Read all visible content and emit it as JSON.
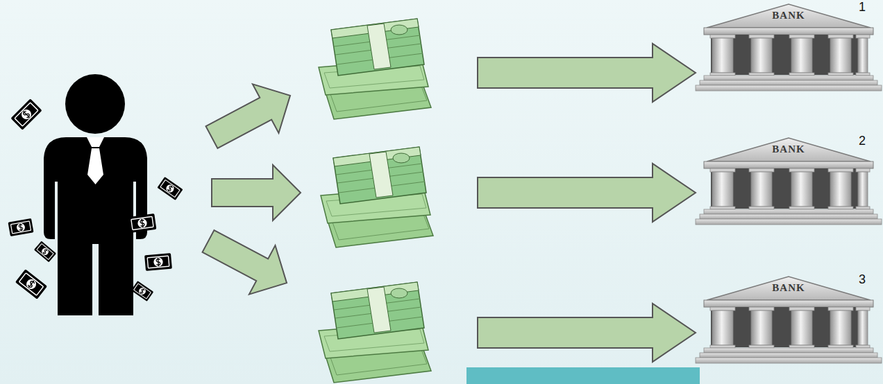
{
  "diagram": {
    "nodes": [
      {
        "text": [
          "BANK",
          "1"
        ]
      },
      {
        "text": [
          "BANK",
          "2"
        ]
      },
      {
        "text": [
          "BANK",
          "3"
        ]
      }
    ]
  }
}
